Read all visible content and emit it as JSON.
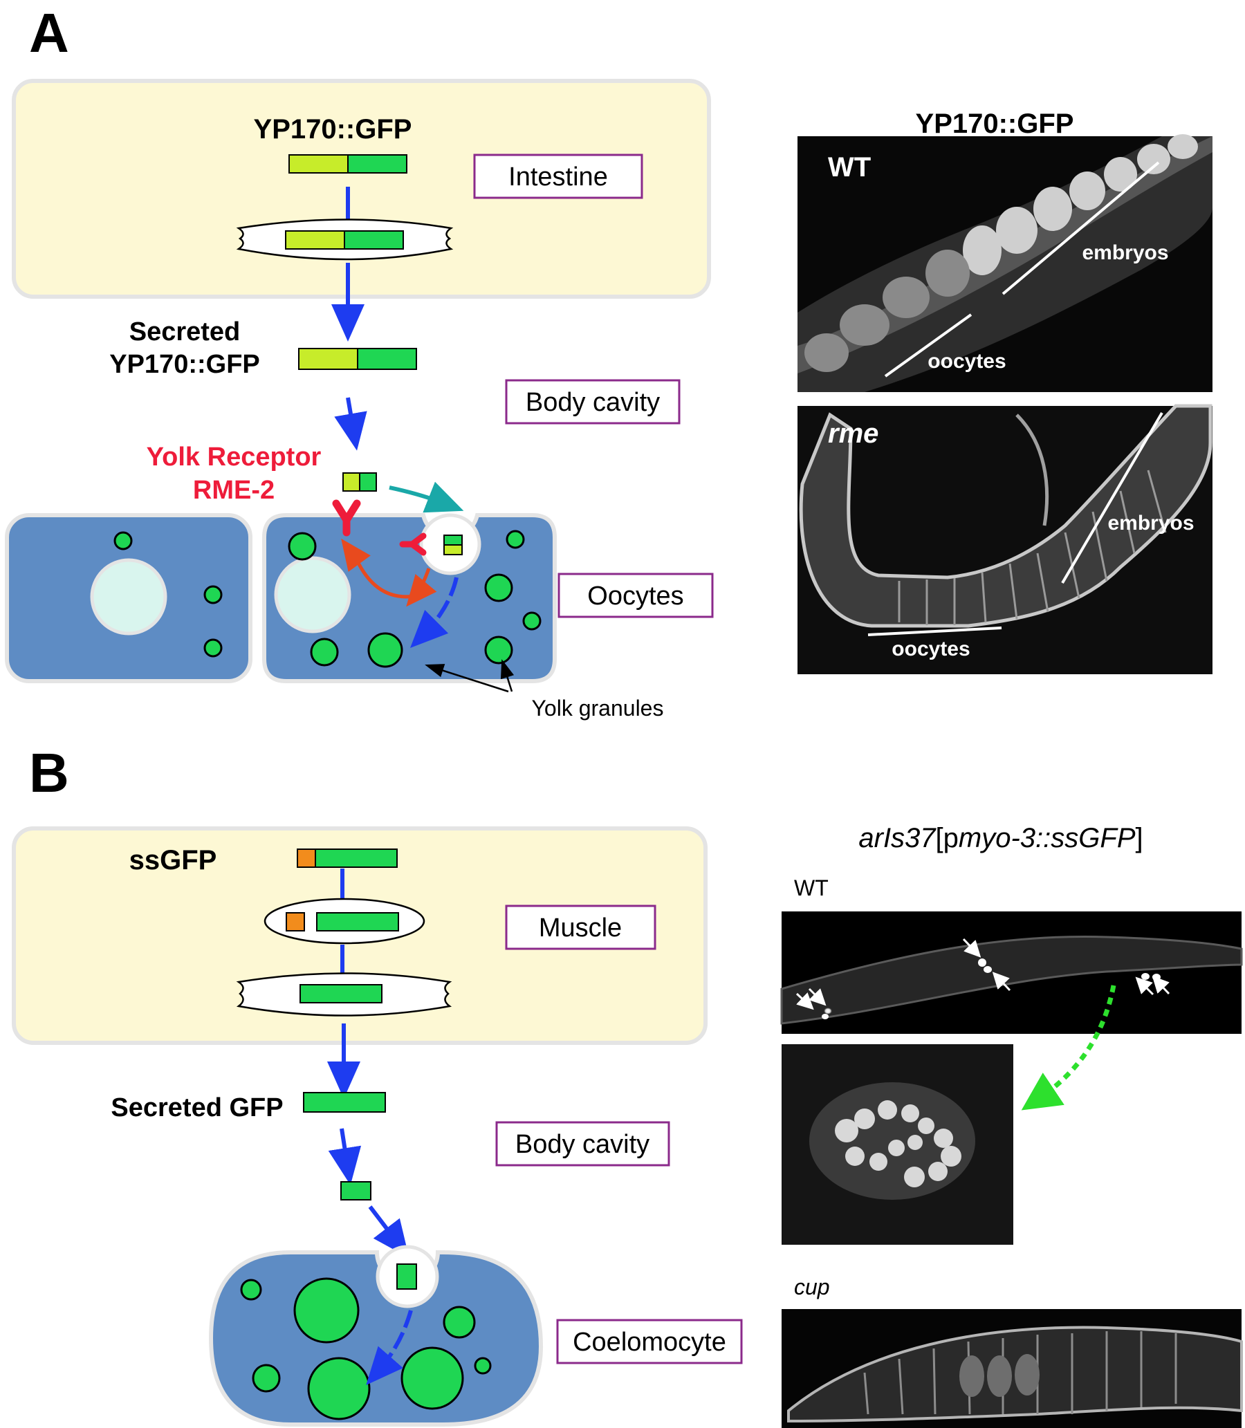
{
  "panel_a": {
    "letter": "A",
    "construct_label": "YP170::GFP",
    "secreted_label_line1": "Secreted",
    "secreted_label_line2": "YP170::GFP",
    "receptor_label_line1": "Yolk Receptor",
    "receptor_label_line2": "RME-2",
    "tissue_boxes": [
      "Intestine",
      "Body cavity",
      "Oocytes"
    ],
    "yolk_granules_label": "Yolk granules",
    "micrograph_title": "YP170::GFP",
    "micrograph_wt": {
      "genotype": "WT",
      "label_embryos": "embryos",
      "label_oocytes": "oocytes"
    },
    "micrograph_mutant": {
      "genotype": "rme",
      "label_embryos": "embryos",
      "label_oocytes": "oocytes"
    }
  },
  "panel_b": {
    "letter": "B",
    "construct_label": "ssGFP",
    "secreted_label": "Secreted GFP",
    "tissue_boxes": [
      "Muscle",
      "Body cavity",
      "Coelomocyte"
    ],
    "micrograph_title_part1": "arIs37",
    "micrograph_title_part2": "[p",
    "micrograph_title_part3": "myo-3::ssGFP",
    "micrograph_title_part4": "]",
    "micrograph_wt_label": "WT",
    "micrograph_cup_label": "cup"
  },
  "colors": {
    "cell_fill": "#fdf8d4",
    "oocyte_fill": "#5e8cc4",
    "gfp_green": "#1fd653",
    "yp_yellowgreen": "#c7ec2a",
    "signal_peptide": "#f28c1c",
    "arrow_blue": "#1e3cf0",
    "receptor_red": "#ee1c3a",
    "recycle_red": "#e84a1e",
    "teal_arrow": "#1aa8a8",
    "box_border": "#8b2a8b"
  }
}
